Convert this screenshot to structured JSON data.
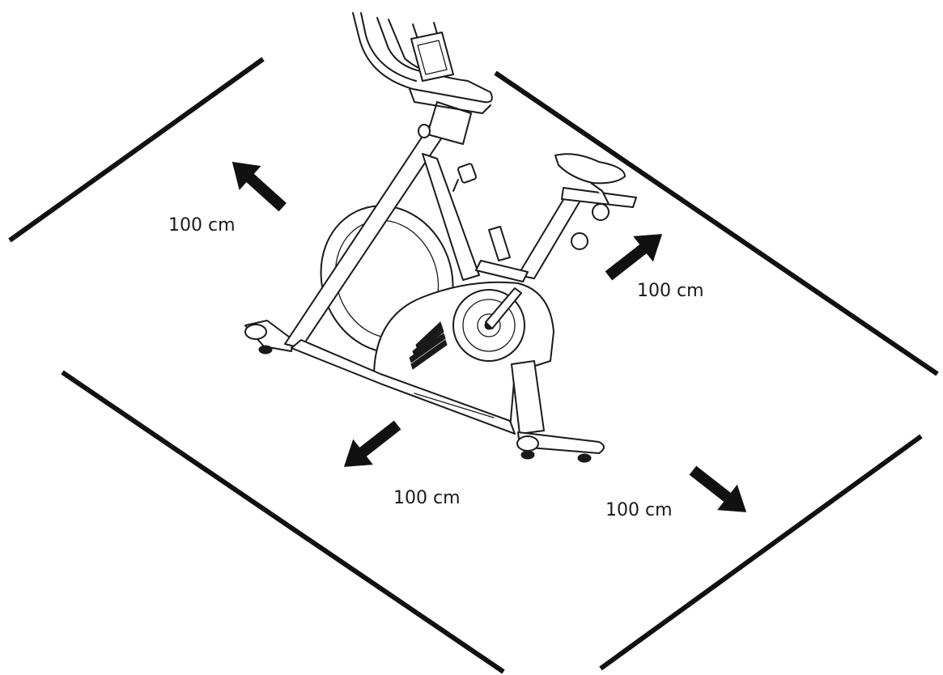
{
  "diagram": {
    "labels": {
      "top_left": "100 cm",
      "top_right": "100 cm",
      "bottom_left": "100 cm",
      "bottom_right": "100 cm"
    },
    "colors": {
      "ink": "#111111",
      "background": "#ffffff"
    },
    "icons": {
      "center_illustration": "exercise-bike-icon",
      "direction_marker": "arrow-icon"
    }
  }
}
